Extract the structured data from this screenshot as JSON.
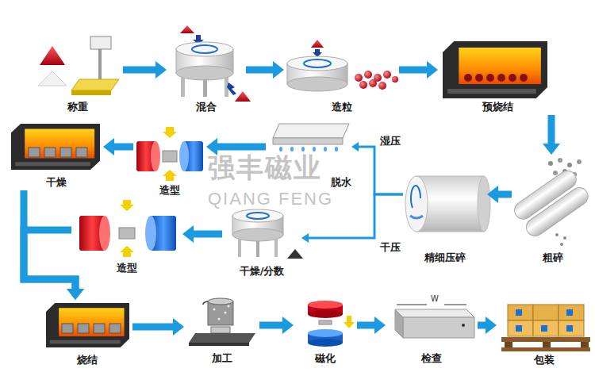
{
  "diagram": {
    "nodes": [
      {
        "text": [
          "称重"
        ]
      },
      {
        "text": [
          "混合"
        ]
      },
      {
        "text": [
          "造粒"
        ]
      },
      {
        "text": [
          "预烧结"
        ]
      },
      {
        "text": [
          "粗碎"
        ]
      },
      {
        "text": [
          "精细压碎"
        ]
      },
      {
        "text": [
          "脱水"
        ]
      },
      {
        "text": [
          "造型"
        ]
      },
      {
        "text": [
          "干燥"
        ]
      },
      {
        "text": [
          "干燥/分数"
        ]
      },
      {
        "text": [
          "造型"
        ]
      },
      {
        "text": [
          "烧结"
        ]
      },
      {
        "text": [
          "加工"
        ]
      },
      {
        "text": [
          "磁化"
        ]
      },
      {
        "text": [
          "检查"
        ]
      },
      {
        "text": [
          "包装"
        ]
      }
    ],
    "edges": [
      {
        "from": 0,
        "to": 1,
        "arrow": "to"
      },
      {
        "from": 1,
        "to": 2,
        "arrow": "to"
      },
      {
        "from": 2,
        "to": 3,
        "arrow": "to"
      },
      {
        "from": 3,
        "to": 4,
        "arrow": "to"
      },
      {
        "from": 4,
        "to": 5,
        "arrow": "to"
      },
      {
        "from": 5,
        "to": 6,
        "label": "湿压",
        "arrow": "to"
      },
      {
        "from": 5,
        "to": 9,
        "label": "干压",
        "arrow": "to"
      },
      {
        "from": 6,
        "to": 7,
        "arrow": "to"
      },
      {
        "from": 7,
        "to": 8,
        "arrow": "to"
      },
      {
        "from": 9,
        "to": 10,
        "arrow": "to"
      },
      {
        "from": 8,
        "to": 11,
        "arrow": "to"
      },
      {
        "from": 10,
        "to": 11,
        "arrow": "to"
      },
      {
        "from": 11,
        "to": 12,
        "arrow": "to"
      },
      {
        "from": 12,
        "to": 13,
        "arrow": "to"
      },
      {
        "from": 13,
        "to": 14,
        "arrow": "to"
      },
      {
        "from": 14,
        "to": 15,
        "arrow": "to"
      }
    ],
    "labels": [
      "强丰磁业",
      "QIANG FENG",
      "W"
    ]
  }
}
